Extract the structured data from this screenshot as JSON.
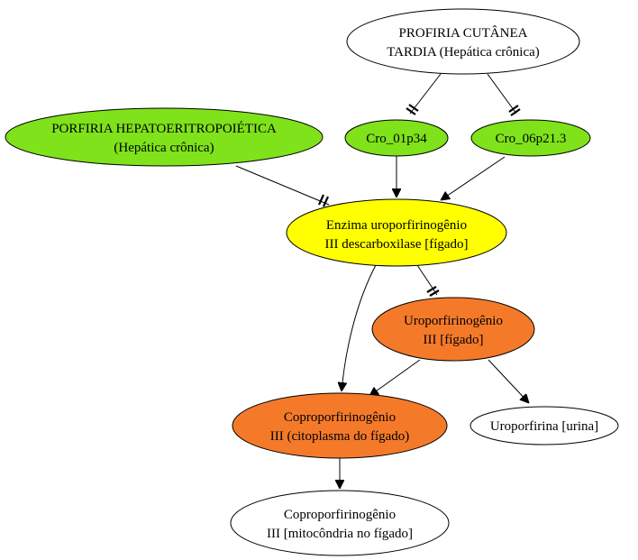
{
  "colors": {
    "green": "#7fe21a",
    "yellow": "#ffff00",
    "orange": "#f47a2a",
    "white": "#ffffff",
    "stroke": "#000000"
  },
  "nodes": {
    "pct": {
      "line1": "PROFIRIA CUTÂNEA",
      "line2": "TARDIA (Hepática crônica)",
      "fill": "white"
    },
    "phe": {
      "line1": "PORFIRIA HEPATOERITROPOIÉTICA",
      "line2": "(Hepática crônica)",
      "fill": "green"
    },
    "cro1": {
      "line1": "Cro_01p34",
      "fill": "green"
    },
    "cro6": {
      "line1": "Cro_06p21.3",
      "fill": "green"
    },
    "enzyme": {
      "line1": "Enzima uroporfirinogênio",
      "line2": "III descarboxilase [fígado]",
      "fill": "yellow"
    },
    "uro": {
      "line1": "Uroporfirinogênio",
      "line2": "III [fígado]",
      "fill": "orange"
    },
    "copro": {
      "line1": "Coproporfirinogênio",
      "line2": "III (citoplasma do fígado)",
      "fill": "orange"
    },
    "urina": {
      "line1": "Uroporfirina [urina]",
      "fill": "white"
    },
    "mito": {
      "line1": "Coproporfirinogênio",
      "line2": "III [mitocôndria no fígado]",
      "fill": "white"
    }
  }
}
